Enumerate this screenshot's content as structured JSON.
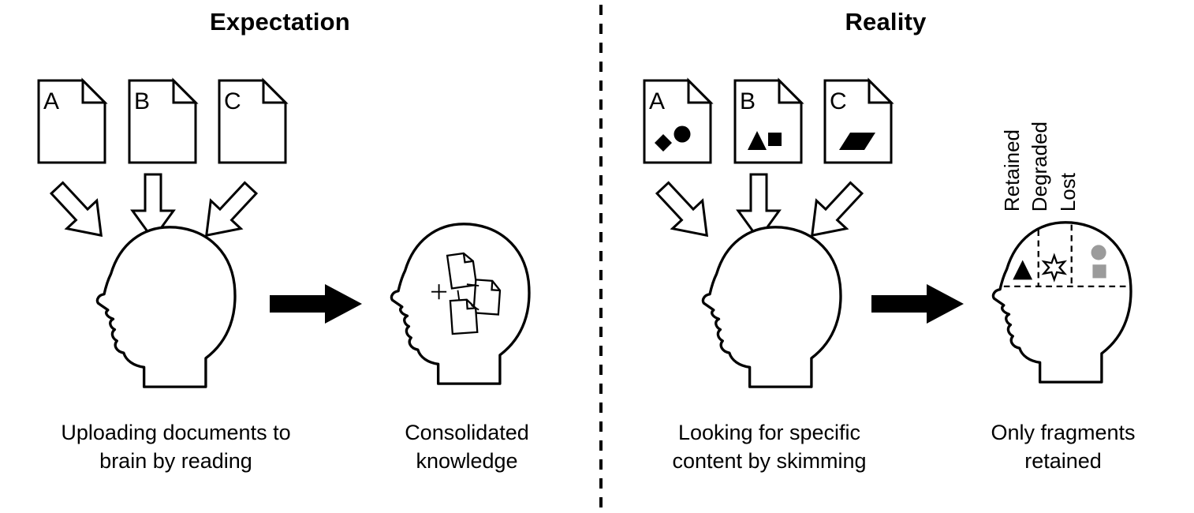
{
  "colors": {
    "ink": "#000000",
    "paper": "#ffffff",
    "lost_gray": "#9b9b9b"
  },
  "left_panel": {
    "title": "Expectation",
    "documents": [
      {
        "label": "A"
      },
      {
        "label": "B"
      },
      {
        "label": "C"
      }
    ],
    "caption_input": [
      "Uploading documents to",
      "brain by reading"
    ],
    "caption_result": [
      "Consolidated",
      "knowledge"
    ]
  },
  "right_panel": {
    "title": "Reality",
    "documents": [
      {
        "label": "A",
        "shapes": [
          "diamond",
          "circle"
        ]
      },
      {
        "label": "B",
        "shapes": [
          "triangle",
          "square"
        ]
      },
      {
        "label": "C",
        "shapes": [
          "parallelogram"
        ]
      }
    ],
    "memory": {
      "labels": [
        "Retained",
        "Degraded",
        "Lost"
      ],
      "fragments": [
        {
          "shape": "triangle",
          "state": "retained",
          "color": "#000000"
        },
        {
          "shape": "star-outline",
          "state": "degraded",
          "color": "#ffffff"
        },
        {
          "shape": "circle",
          "state": "lost",
          "color": "#9b9b9b"
        },
        {
          "shape": "square",
          "state": "lost",
          "color": "#9b9b9b"
        }
      ]
    },
    "caption_input": [
      "Looking for specific",
      "content by skimming"
    ],
    "caption_result": [
      "Only fragments",
      "retained"
    ]
  }
}
